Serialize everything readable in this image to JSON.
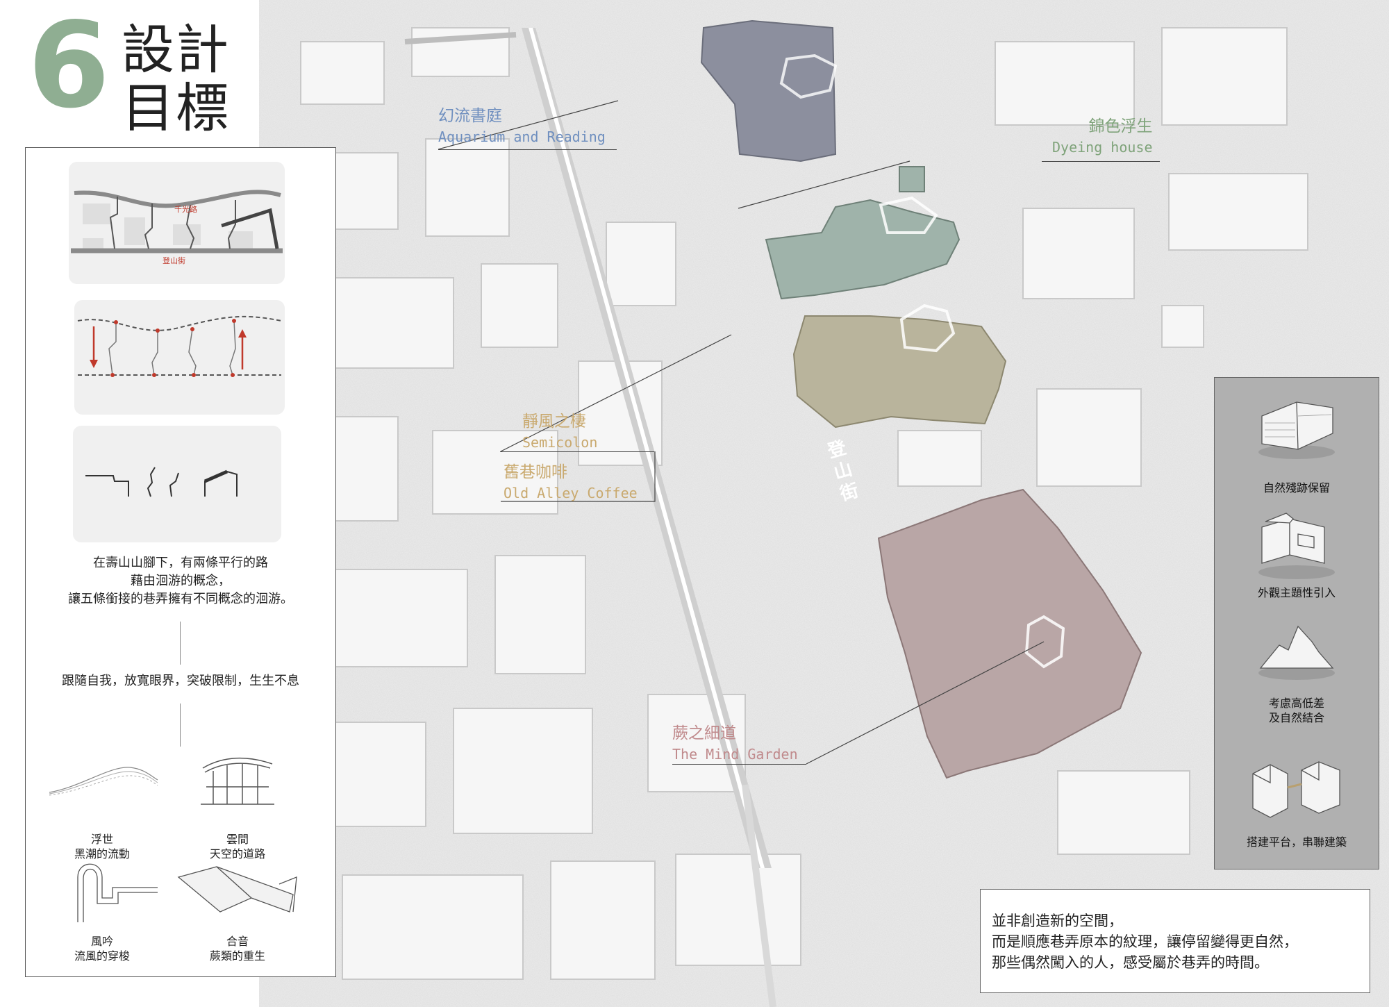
{
  "header": {
    "number": "6",
    "title_line1": "設計",
    "title_line2": "目標"
  },
  "map": {
    "street_label": "登山街",
    "zones": [
      {
        "zh": "幻流書庭",
        "en": "Aquarium and Reading",
        "color": "#6f8fbf",
        "fill": "#8c8f9e"
      },
      {
        "zh": "錦色浮生",
        "en": "Dyeing house",
        "color": "#7fa37a",
        "fill": "#9fb3aa"
      },
      {
        "zh": "靜風之棲",
        "en": "Semicolon",
        "color": "#c9a96e",
        "fill": "#b9b49c"
      },
      {
        "zh": "舊巷咖啡",
        "en": "Old Alley Coffee",
        "color": "#c9a96e",
        "fill": "#b9b49c"
      },
      {
        "zh": "蕨之細道",
        "en": "The Mind Garden",
        "color": "#c08a8c",
        "fill": "#b9a6a6"
      }
    ]
  },
  "left_panel": {
    "road_top": "千光路",
    "road_bottom": "登山街",
    "intro": [
      "在壽山山腳下，有兩條平行的路",
      "藉由洄游的概念，",
      "讓五條銜接的巷弄擁有不同概念的洄游。"
    ],
    "motto": "跟隨自我，放寬眼界，突破限制，生生不息",
    "concepts": [
      {
        "name": "浮世",
        "desc": "黑潮的流動"
      },
      {
        "name": "雲間",
        "desc": "天空的道路"
      },
      {
        "name": "風吟",
        "desc": "流風的穿梭"
      },
      {
        "name": "合音",
        "desc": "蕨類的重生"
      }
    ]
  },
  "right_panel": {
    "items": [
      {
        "label": "自然殘跡保留"
      },
      {
        "label": "外觀主題性引入"
      },
      {
        "label_line1": "考慮高低差",
        "label_line2": "及自然結合"
      },
      {
        "label": "搭建平台，串聯建築"
      }
    ]
  },
  "quote": {
    "lines": [
      "並非創造新的空間，",
      "而是順應巷弄原本的紋理，讓停留變得更自然，",
      "那些偶然闖入的人，感受屬於巷弄的時間。"
    ]
  },
  "colors": {
    "accent_number": "#8fae92",
    "road_red": "#c0392b"
  }
}
